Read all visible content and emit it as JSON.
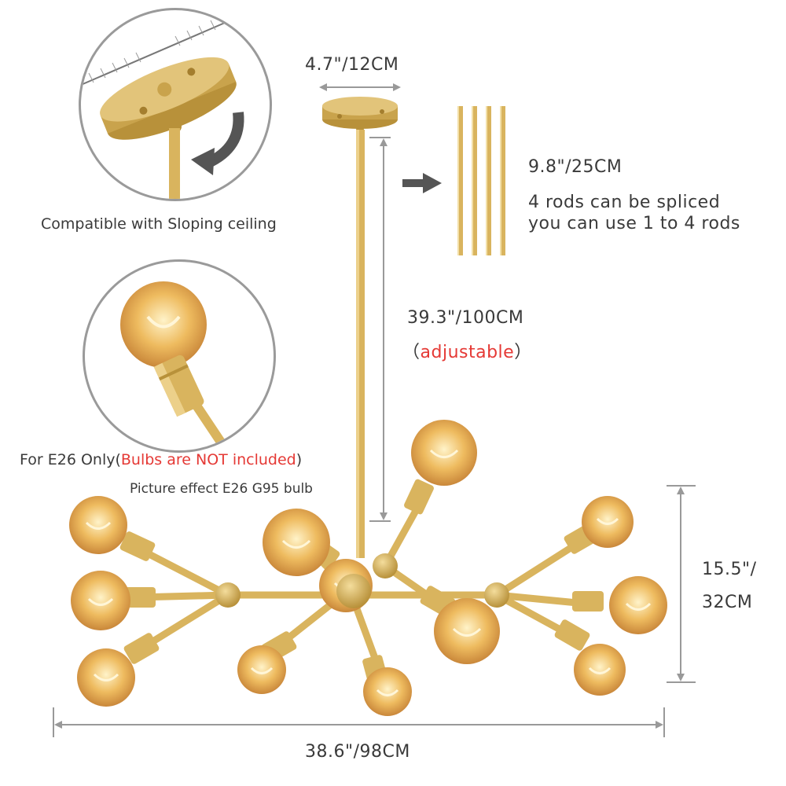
{
  "colors": {
    "gold": "#d9b45e",
    "dark_gold": "#b8913a",
    "bulb": "#e8b860",
    "highlight": "#f7e7b8",
    "red": "#e53935",
    "text": "#3a3a3a",
    "arrow": "#555555"
  },
  "labels": {
    "canopy_width": "4.7\"/12CM",
    "sloping_ceiling": "Compatible with Sloping ceiling",
    "rod_length": "9.8\"/25CM",
    "rods_line1": "4 rods can be spliced",
    "rods_line2": "you can use 1 to 4 rods",
    "total_rod_length": "39.3\"/100CM",
    "adjustable_open": "（",
    "adjustable": "adjustable",
    "adjustable_close": "）",
    "bulb_type_prefix": "For E26 Only(",
    "bulb_not_included": "Bulbs are NOT included",
    "bulb_type_suffix": ")",
    "picture_effect": "Picture effect E26 G95 bulb",
    "height_line1": "15.5\"/",
    "height_line2": "32CM",
    "width": "38.6\"/98CM"
  }
}
